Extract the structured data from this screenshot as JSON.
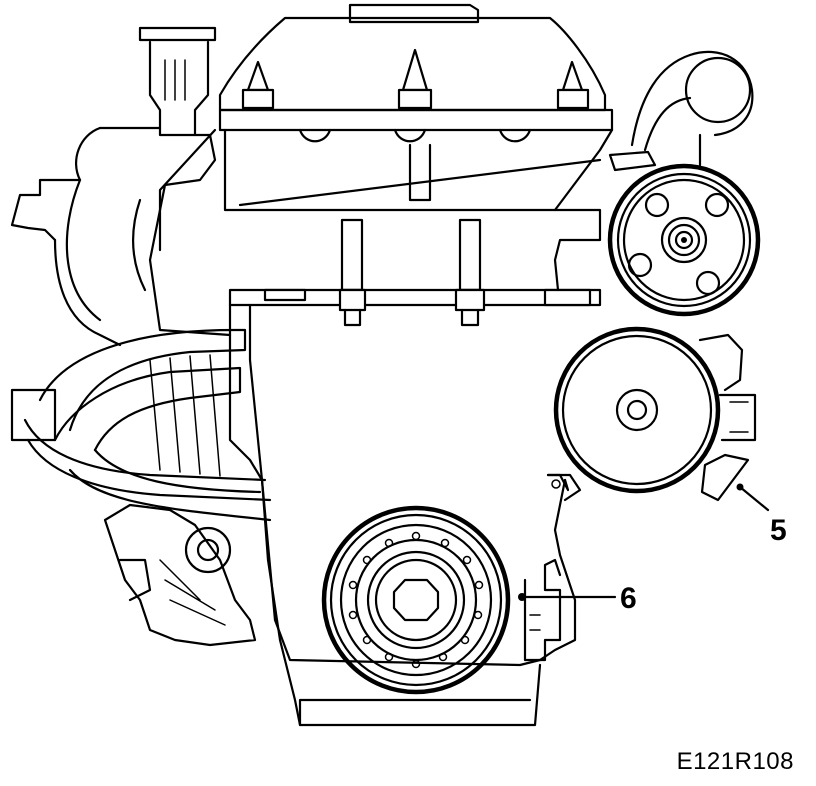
{
  "callouts": [
    {
      "id": "5",
      "label": "5"
    },
    {
      "id": "6",
      "label": "6"
    }
  ],
  "figure_code": "E121R108"
}
